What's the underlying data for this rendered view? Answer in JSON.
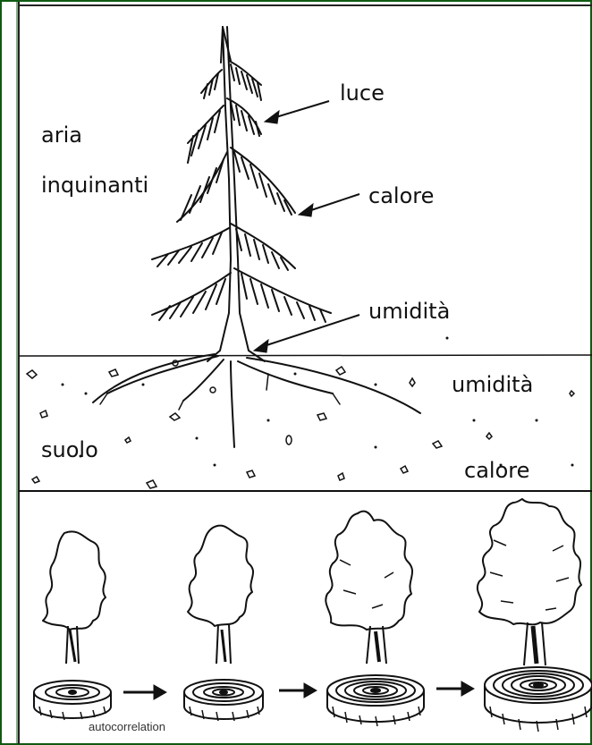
{
  "upper_panel": {
    "labels": {
      "aria": "aria",
      "inquinanti": "inquinanti",
      "luce": "luce",
      "calore": "calore",
      "umidita": "umidità",
      "suolo": "suolo",
      "umidita_soil": "umidità",
      "calore_soil": "calore"
    }
  },
  "lower_panel": {
    "caption": "autocorrelation"
  },
  "colors": {
    "border": "#0f5a12",
    "ink": "#111111",
    "background": "#ffffff"
  }
}
